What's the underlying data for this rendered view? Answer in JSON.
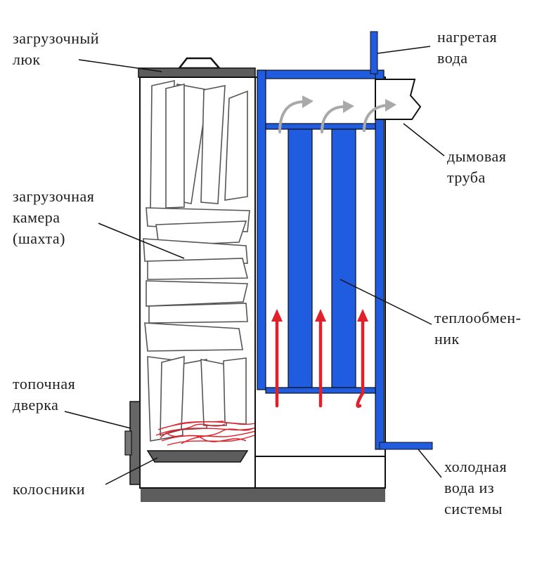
{
  "labels": {
    "loading_hatch": [
      "загрузочный",
      "люк"
    ],
    "loading_chamber": [
      "загрузочная",
      "камера",
      "(шахта)"
    ],
    "firebox_door": [
      "топочная",
      "дверка"
    ],
    "grates": [
      "колосники"
    ],
    "heated_water": [
      "нагретая",
      "вода"
    ],
    "chimney": [
      "дымовая",
      "труба"
    ],
    "heat_exchanger": [
      "теплообмен-",
      "ник"
    ],
    "cold_water": [
      "холодная",
      "вода из",
      "системы"
    ]
  },
  "colors": {
    "water": "#1f5ce0",
    "fire": "#e0202a",
    "smoke": "#a9a9a9",
    "body": "#5a5a5a",
    "outline": "#111111",
    "wood_fill": "#ffffff",
    "wood_stroke": "#555555"
  }
}
